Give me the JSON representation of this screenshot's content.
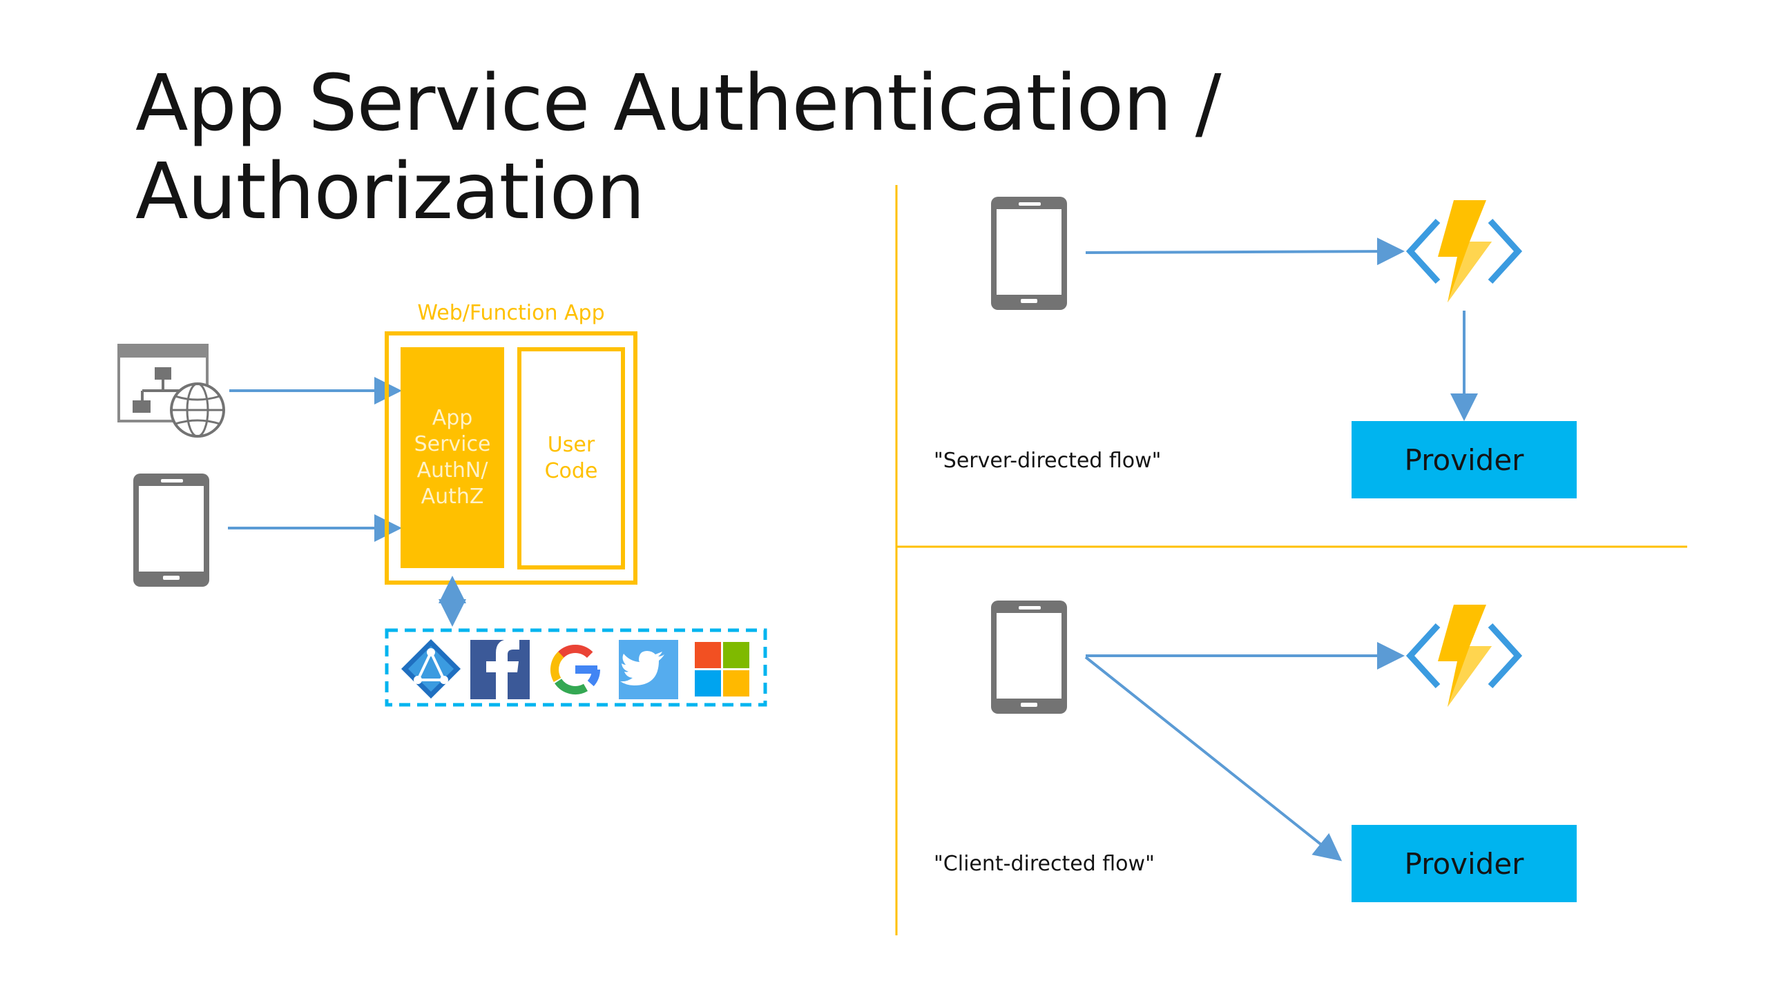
{
  "title": {
    "line1": "App Service Authentication /",
    "line2": "Authorization"
  },
  "left_diagram": {
    "app_label": "Web/Function App",
    "authz_lines": [
      "App",
      "Service",
      "AuthN/",
      "AuthZ"
    ],
    "user_code_lines": [
      "User",
      "Code"
    ],
    "identity_providers": [
      "azure-ad-icon",
      "facebook-icon",
      "google-icon",
      "twitter-icon",
      "microsoft-icon"
    ]
  },
  "server_flow": {
    "label": "\"Server-directed flow\"",
    "provider": "Provider"
  },
  "client_flow": {
    "label": "\"Client-directed flow\"",
    "provider": "Provider"
  },
  "colors": {
    "accent_yellow": "#ffc000",
    "arrow_blue": "#5b9bd5",
    "provider_blue": "#00b4ef",
    "device_gray": "#737373"
  }
}
